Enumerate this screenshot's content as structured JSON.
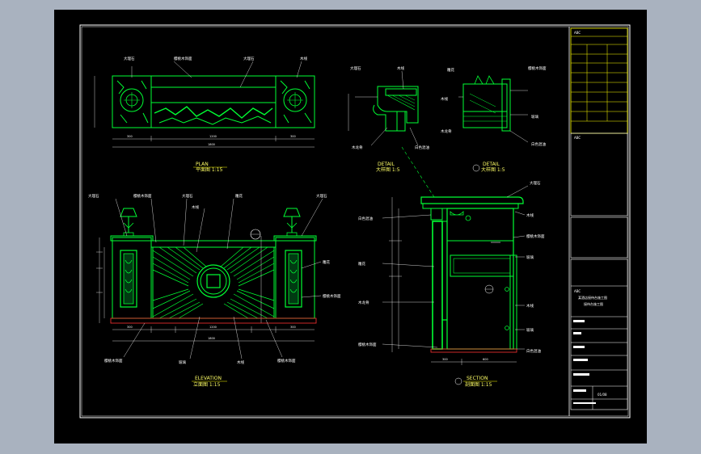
{
  "colors": {
    "app_background": "#a9b2bf",
    "model_space": "#000000",
    "frame": "#ffffff",
    "title_block": "#ffff00",
    "geometry": "#00ff33",
    "hatch": "#00ff33",
    "dimension": "#ffffff",
    "leader": "#ffffff"
  },
  "views": {
    "plan": {
      "title_en": "PLAN",
      "title_cn": "平面图 1:15",
      "dims": [
        "300",
        "1200",
        "300",
        "1800"
      ]
    },
    "detail_a": {
      "title_en": "DETAIL",
      "title_cn": "大样图 1:5"
    },
    "detail_b": {
      "title_en": "DETAIL",
      "title_cn": "大样图 1:5"
    },
    "elevation": {
      "title_en": "ELEVATION",
      "title_cn": "立面图 1:15",
      "dims": [
        "300",
        "1200",
        "300",
        "1800"
      ]
    },
    "section": {
      "title_en": "SECTION",
      "title_cn": "剖面图 1:15",
      "dims": [
        "300",
        "600"
      ]
    }
  },
  "annotations": {
    "marble": "大理石",
    "panel": "樱桃木饰面",
    "wood": "木线",
    "carving": "雕花",
    "glass": "玻璃",
    "frame": "木龙骨",
    "paint": "白色混油"
  },
  "title_block": {
    "project": "某酒店接待台施工图",
    "sheet": "接待台施工图",
    "drawing_no": "01/08"
  }
}
